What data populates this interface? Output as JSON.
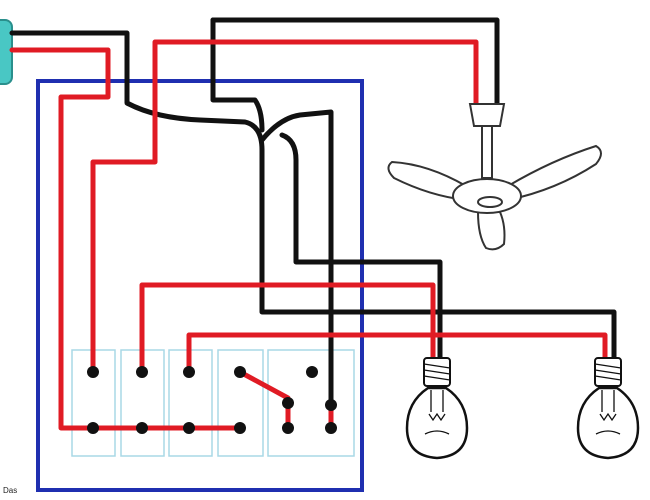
{
  "credit": "Das",
  "colors": {
    "live_wire": "#e01b24",
    "neutral_wire": "#111111",
    "board_outline": "#1f2fb0",
    "switch_outline": "#a9d8e6",
    "supply_block": "#49c7c4"
  },
  "components": {
    "supply": "supply-block",
    "board": "switchboard",
    "switch_count": 5,
    "loads": [
      "ceiling-fan",
      "bulb",
      "bulb"
    ]
  }
}
